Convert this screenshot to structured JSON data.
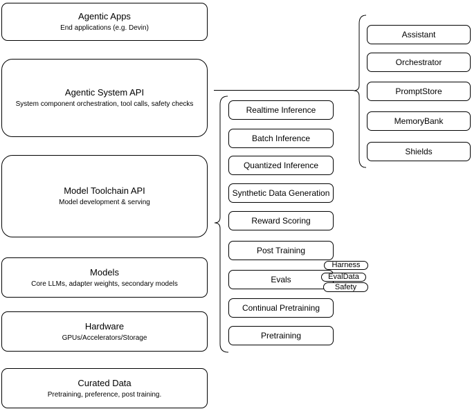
{
  "diagram": {
    "colors": {
      "background": "#ffffff",
      "stroke": "#000000",
      "text": "#000000"
    },
    "left_column": {
      "boxes": [
        {
          "title": "Agentic Apps",
          "subtitle": "End applications (e.g. Devin)"
        },
        {
          "title": "Agentic System API",
          "subtitle": "System component orchestration, tool calls, safety checks"
        },
        {
          "title": "Model Toolchain API",
          "subtitle": "Model development & serving"
        },
        {
          "title": "Models",
          "subtitle": "Core LLMs, adapter weights, secondary models"
        },
        {
          "title": "Hardware",
          "subtitle": "GPUs/Accelerators/Storage"
        },
        {
          "title": "Curated Data",
          "subtitle": "Pretraining, preference, post training."
        }
      ]
    },
    "toolchain_services": {
      "items": [
        "Realtime Inference",
        "Batch Inference",
        "Quantized Inference",
        "Synthetic Data Generation",
        "Reward Scoring",
        "Post Training",
        "Evals",
        "Continual Pretraining",
        "Pretraining"
      ],
      "eval_tags": [
        "Harness",
        "EvalData",
        "Safety"
      ]
    },
    "system_components": {
      "items": [
        "Assistant",
        "Orchestrator",
        "PromptStore",
        "MemoryBank",
        "Shields"
      ]
    },
    "connectors": [
      "line-agentic-system-api-to-components-brace",
      "brace-toolchain-group",
      "brace-components-group"
    ]
  }
}
